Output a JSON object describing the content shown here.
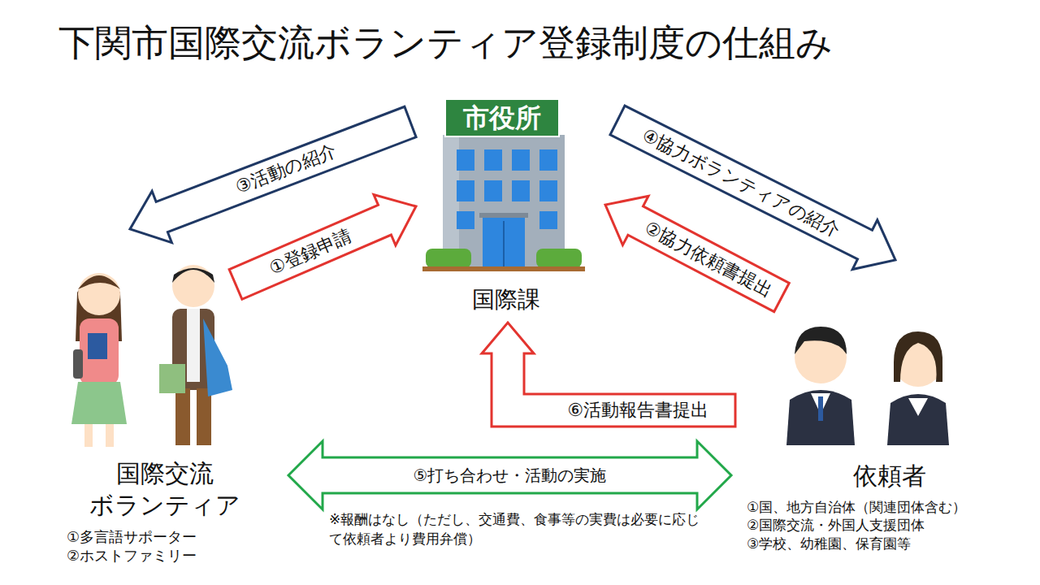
{
  "diagram": {
    "title": "下関市国際交流ボランティア登録制度の仕組み",
    "nodes": [
      {
        "text": [
          "国際課"
        ]
      },
      {
        "text": [
          "国際交流 ボランティア",
          "①多言語サポーター",
          "②ホストファミリー"
        ]
      },
      {
        "text": [
          "依頼者",
          "①国、地方自治体（関連団体含む）",
          "②国際交流・外国人支援団体",
          "③学校、幼稚園、保育園等"
        ]
      }
    ],
    "edges": [
      {
        "from": 1,
        "to": 0,
        "label": "①登録申請",
        "arrow": "to"
      },
      {
        "from": 2,
        "to": 0,
        "label": "②協力依頼書提出",
        "arrow": "to"
      },
      {
        "from": 0,
        "to": 1,
        "label": "③活動の紹介",
        "arrow": "to"
      },
      {
        "from": 0,
        "to": 2,
        "label": "④協力ボランティアの紹介",
        "arrow": "to"
      },
      {
        "from": 1,
        "to": 2,
        "label": "⑤打ち合わせ・活動の実施",
        "arrow": "both"
      },
      {
        "from": 2,
        "to": 0,
        "label": "⑥活動報告書提出",
        "arrow": "to"
      }
    ],
    "labels": [
      "市役所",
      "※報酬はなし（ただし、交通費、食事等の実費は必要に応じて依頼者より費用弁償）"
    ]
  }
}
